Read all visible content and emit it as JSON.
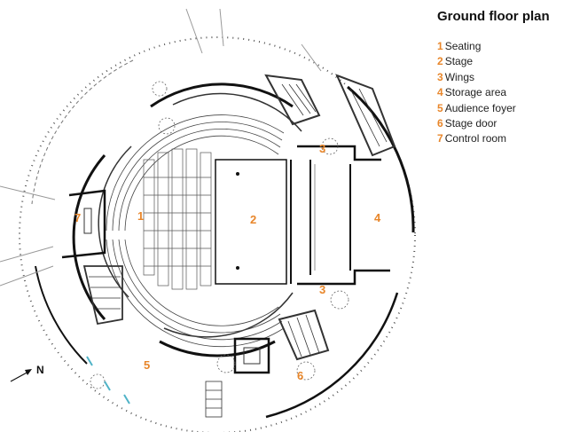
{
  "title": "Ground floor plan",
  "legend": [
    {
      "number": "1",
      "label": "Seating"
    },
    {
      "number": "2",
      "label": "Stage"
    },
    {
      "number": "3",
      "label": "Wings"
    },
    {
      "number": "4",
      "label": "Storage area"
    },
    {
      "number": "5",
      "label": "Audience foyer"
    },
    {
      "number": "6",
      "label": "Stage door"
    },
    {
      "number": "7",
      "label": "Control room"
    }
  ],
  "north_label": "N",
  "zone_labels": [
    "1",
    "2",
    "3",
    "3",
    "4",
    "5",
    "6",
    "7"
  ],
  "colors": {
    "accent": "#e8862a",
    "wall": "#111111",
    "glass": "#4fb3c7"
  }
}
